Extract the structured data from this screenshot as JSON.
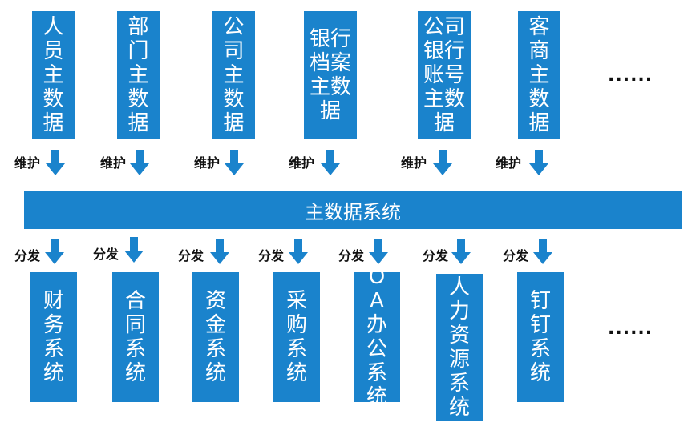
{
  "top_boxes": [
    {
      "label": "人员主数据"
    },
    {
      "label": "部门主数据"
    },
    {
      "label": "公司主数据"
    },
    {
      "label": "银行档案主数据"
    },
    {
      "label": "公司银行账号主数据"
    },
    {
      "label": "客商主数据"
    }
  ],
  "top_more": "......",
  "maintain_label": "维护",
  "center": {
    "label": "主数据系统"
  },
  "distribute_label": "分发",
  "bottom_boxes": [
    {
      "label": "财务系统"
    },
    {
      "label": "合同系统"
    },
    {
      "label": "资金系统"
    },
    {
      "label": "采购系统"
    },
    {
      "label": "OA办公系统"
    },
    {
      "label": "人力资源系统"
    },
    {
      "label": "钉钉系统"
    }
  ],
  "bottom_more": "......",
  "colors": {
    "box": "#1a83cc",
    "arrow": "#1a83cc"
  }
}
